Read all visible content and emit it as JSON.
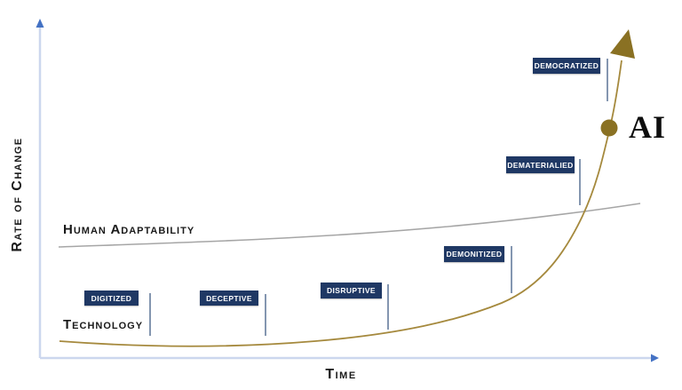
{
  "axes": {
    "x_label": "Time",
    "y_label": "Rate of Change"
  },
  "curves": {
    "technology_label": "Technology",
    "human_adaptability_label": "Human Adaptability"
  },
  "milestones": [
    {
      "label": "DIGITIZED"
    },
    {
      "label": "DECEPTIVE"
    },
    {
      "label": "DISRUPTIVE"
    },
    {
      "label": "DEMONITIZED"
    },
    {
      "label": "DEMATERIALIED"
    },
    {
      "label": "DEMOCRATIZED"
    }
  ],
  "endpoint": {
    "label": "AI"
  },
  "colors": {
    "navy": "#1f3864",
    "gold": "#a5893d",
    "gold-dark": "#8a7123",
    "gray-line": "#a6a6a6",
    "axis-light": "#ccd7ee",
    "axis-dark": "#4472c4",
    "tick": "#8496b0",
    "text": "#1a1a1a"
  },
  "chart_data": {
    "type": "line",
    "title": "",
    "xlabel": "Time",
    "ylabel": "Rate of Change",
    "grid": false,
    "legend_position": "inline curve labels",
    "axis_ticks": "none (conceptual diagram, unlabeled axes)",
    "series": [
      {
        "name": "Technology",
        "color": "#a5893d",
        "shape": "exponential growth curve ending in an upward arrow",
        "x": [
          0.03,
          0.15,
          0.3,
          0.42,
          0.55,
          0.65,
          0.75,
          0.82,
          0.87,
          0.9,
          0.92,
          0.94
        ],
        "y": [
          0.05,
          0.04,
          0.045,
          0.06,
          0.1,
          0.16,
          0.26,
          0.42,
          0.52,
          0.62,
          0.69,
          0.89
        ]
      },
      {
        "name": "Human Adaptability",
        "color": "#a6a6a6",
        "shape": "nearly flat, slowly rising line",
        "x": [
          0.03,
          0.3,
          0.63,
          0.88,
          0.97
        ],
        "y": [
          0.33,
          0.345,
          0.365,
          0.42,
          0.46
        ]
      }
    ],
    "crossover_point": {
      "x": 0.88,
      "y": 0.42,
      "note": "Technology curve crosses Human Adaptability line"
    },
    "point_annotations": [
      {
        "label": "AI",
        "x": 0.92,
        "y": 0.69,
        "marker": "filled circle",
        "color": "#8a7123"
      }
    ],
    "stage_annotations": [
      {
        "label": "DIGITIZED",
        "x": 0.18
      },
      {
        "label": "DECEPTIVE",
        "x": 0.37
      },
      {
        "label": "DISRUPTIVE",
        "x": 0.56
      },
      {
        "label": "DEMONITIZED",
        "x": 0.76
      },
      {
        "label": "DEMATERIALIED",
        "x": 0.87
      },
      {
        "label": "DEMOCRATIZED",
        "x": 0.92
      }
    ]
  }
}
